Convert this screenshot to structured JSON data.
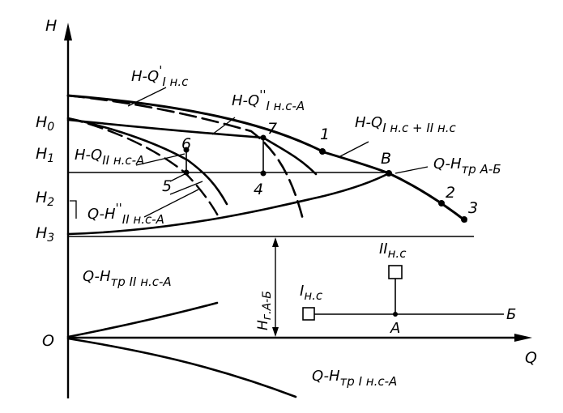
{
  "axes": {
    "y_label": "H",
    "x_label": "Q",
    "origin_label": "O",
    "y_ticks": [
      "H",
      "H",
      "H",
      "H"
    ],
    "y_tick_subs": [
      "0",
      "1",
      "2",
      "3"
    ]
  },
  "curve_labels": {
    "combined": {
      "main": "H-Q",
      "sub": "I н.с + II н.с"
    },
    "pump1": {
      "main": "H-Q",
      "prime": "'",
      "sub": "I н.с"
    },
    "pump1_shifted": {
      "main": "H-Q",
      "prime": "''",
      "sub": "I н.с-А"
    },
    "pump2": {
      "main": "H-Q",
      "sub": "II н.с-А"
    },
    "pump2_shifted": {
      "main": "Q-H",
      "prime": "''",
      "sub": "II н.с-А"
    },
    "pipe_ab": {
      "main": "Q-H",
      "sub": "тр А-Б"
    },
    "pipe2": {
      "main": "Q-H",
      "sub": "тр II н.с-А"
    },
    "pipe1": {
      "main": "Q-H",
      "sub": "тр I н.с-А"
    },
    "static_head": {
      "main": "H",
      "sub": "г.А-Б"
    }
  },
  "points": {
    "p1": "1",
    "p2": "2",
    "p3": "3",
    "p4": "4",
    "p5": "5",
    "p6": "6",
    "p7": "7",
    "pB": "В"
  },
  "scheme": {
    "station1_main": "I",
    "station1_sub": "н.с",
    "station2_main": "II",
    "station2_sub": "н.с",
    "node_a": "А",
    "node_b": "Б"
  }
}
